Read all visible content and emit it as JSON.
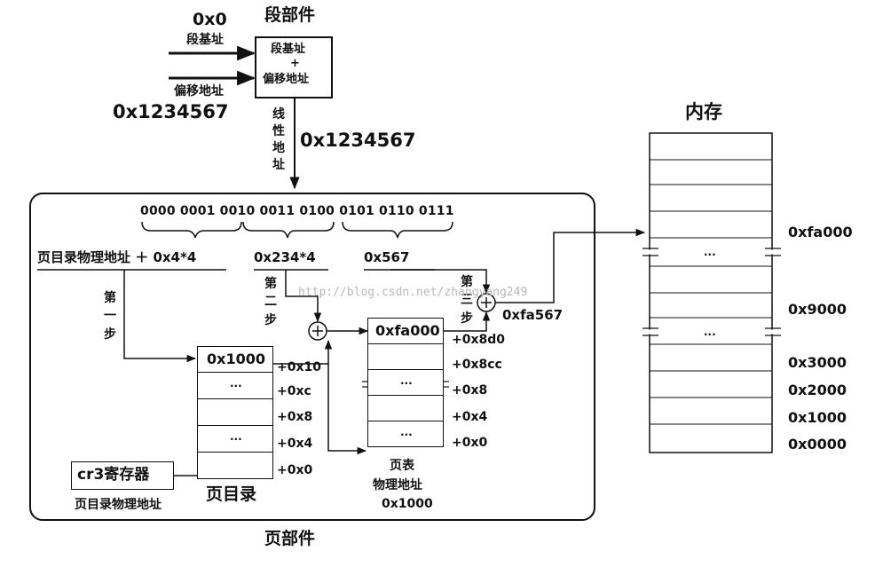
{
  "segment": {
    "title": "段部件",
    "box_line1": "段基址",
    "box_plus": "+",
    "box_line2": "偏移地址",
    "input_base_value": "0x0",
    "input_base_label": "段基址",
    "input_offset_label": "偏移地址",
    "input_offset_value": "0x1234567",
    "linear_label_chars": [
      "线",
      "性",
      "地",
      "址"
    ],
    "linear_value": "0x1234567"
  },
  "paging": {
    "title": "页部件",
    "binary": "0000 0001 0010 0011 0100 0101 0110 0111",
    "pde_expr": "页目录物理地址 ＋ 0x4*4",
    "pte_expr": "0x234*4",
    "offset_expr": "0x567",
    "step1_chars": [
      "第",
      "一",
      "步"
    ],
    "step2_chars": [
      "第",
      "二",
      "步"
    ],
    "step3_chars": [
      "第",
      "三",
      "步"
    ],
    "result": "0xfa567",
    "cr3_label": "cr3寄存器",
    "cr3_caption": "页目录物理地址",
    "plus_sign": "+"
  },
  "page_directory": {
    "title": "页目录",
    "top_value": "0x1000",
    "ellipsis": "...",
    "offsets": [
      "+0x10",
      "+0xc",
      "+0x8",
      "+0x4",
      "+0x0"
    ]
  },
  "page_table": {
    "title": "页表",
    "caption_line1": "物理地址",
    "caption_line2": "0x1000",
    "top_value": "0xfa000",
    "ellipsis": "...",
    "offsets": [
      "+0x8d0",
      "+0x8cc",
      "+0x8",
      "+0x4",
      "+0x0"
    ]
  },
  "memory": {
    "title": "内存",
    "ellipsis": "...",
    "addresses": [
      "0xfa000",
      "0x9000",
      "0x3000",
      "0x2000",
      "0x1000",
      "0x0000"
    ]
  },
  "watermark": "http://blog.csdn.net/zhangyang249"
}
